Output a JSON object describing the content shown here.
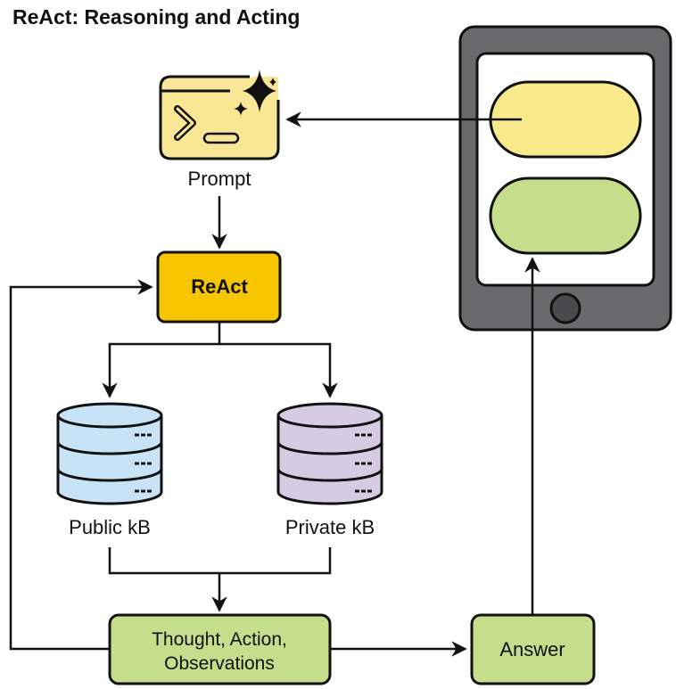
{
  "title": "ReAct: Reasoning and Acting",
  "nodes": {
    "prompt": {
      "label": "Prompt",
      "icon": "terminal-sparkle-icon"
    },
    "react": {
      "label": "ReAct"
    },
    "public_kb": {
      "label": "Public kB",
      "icon": "database-icon"
    },
    "private_kb": {
      "label": "Private kB",
      "icon": "database-icon"
    },
    "thought": {
      "line1": "Thought, Action,",
      "line2": "Observations"
    },
    "answer": {
      "label": "Answer"
    },
    "device": {
      "icon": "tablet-icon"
    }
  },
  "edges": [
    {
      "from": "device.top_bubble",
      "to": "prompt"
    },
    {
      "from": "prompt",
      "to": "react"
    },
    {
      "from": "react",
      "to": "public_kb"
    },
    {
      "from": "react",
      "to": "private_kb"
    },
    {
      "from": "public_kb",
      "to": "thought"
    },
    {
      "from": "private_kb",
      "to": "thought"
    },
    {
      "from": "thought",
      "to": "react"
    },
    {
      "from": "thought",
      "to": "answer"
    },
    {
      "from": "answer",
      "to": "device.bottom_bubble"
    }
  ],
  "colors": {
    "prompt_fill": "#F9E795",
    "react_fill": "#F7C600",
    "public_kb_fill": "#C7E3F5",
    "private_kb_fill": "#D6CBE2",
    "green_fill": "#C5DE8C",
    "device_frame": "#6A6A6C",
    "device_button": "#4A4A4C",
    "bubble_yellow": "#F9EA8C",
    "bubble_green": "#C5DE8C",
    "stroke": "#111111"
  }
}
